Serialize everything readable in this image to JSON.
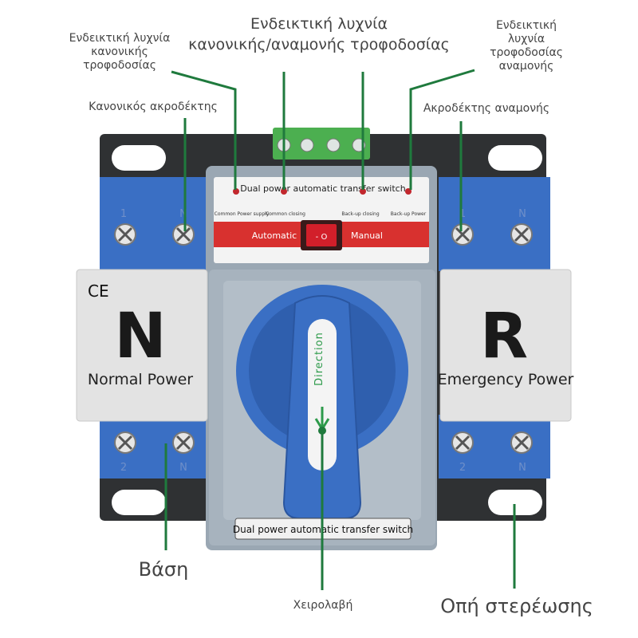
{
  "callouts": {
    "normal_indicator": [
      "Ενδεικτική λυχνία",
      "κανονικής",
      "τροφοδοσίας"
    ],
    "both_indicator": [
      "Ενδεικτική λυχνία",
      "κανονικής/αναμονής τροφοδοσίας"
    ],
    "backup_indicator": [
      "Ενδεικτική",
      "λυχνία",
      "τροφοδοσίας",
      "αναμονής"
    ],
    "normal_terminal": "Κανονικός ακροδέκτης",
    "backup_terminal": "Ακροδέκτης αναμονής",
    "base": "Βάση",
    "handle": "Χειρολαβή",
    "mounting_hole": "Οπή στερέωσης"
  },
  "device": {
    "panel_title": "Dual power automatic transfer switch",
    "indicators": [
      "Common Power supply",
      "Common closing",
      "Back-up closing",
      "Back-up Power"
    ],
    "mode_left": "Automatic",
    "mode_right": "Manual",
    "mode_switch_mark": "- O",
    "left_module": {
      "mark": "CE",
      "letter": "N",
      "text": "Normal Power"
    },
    "right_module": {
      "letter": "R",
      "text": "Emergency Power"
    },
    "top_left_terminals": [
      "1",
      "N"
    ],
    "top_right_terminals": [
      "1",
      "N"
    ],
    "bottom_left_terminals": [
      "2",
      "N"
    ],
    "bottom_right_terminals": [
      "2",
      "N"
    ],
    "handle_text": "Direction",
    "bottom_plate": "Dual power automatic transfer switch"
  },
  "colors": {
    "leader": "#1f7a3d",
    "blue": "#3a6fc4",
    "gray_body": "#9aa7b3",
    "red_bar": "#d8312f",
    "indicator": "#c1272d",
    "connector": "#4caf50"
  }
}
